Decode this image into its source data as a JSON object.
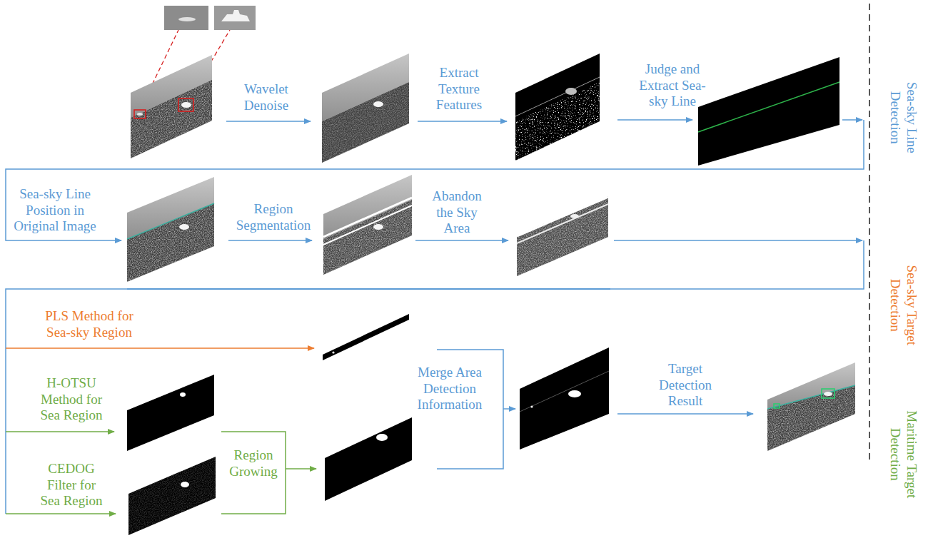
{
  "diagram": {
    "labels": [
      "Wavelet Denoise",
      "Extract Texture Features",
      "Judge and Extract Sea-sky Line",
      "Sea-sky Line Detection",
      "Sea-sky Line Position in Original Image",
      "Region Segmentation",
      "Abandon the Sky Area",
      "Sea-sky Target Detection",
      "PLS Method for Sea-sky Region",
      "H-OTSU Method for Sea Region",
      "CEDOG Filter for Sea Region",
      "Region Growing",
      "Merge Area Detection Information",
      "Target Detection Result",
      "Maritime Target Detection"
    ]
  }
}
